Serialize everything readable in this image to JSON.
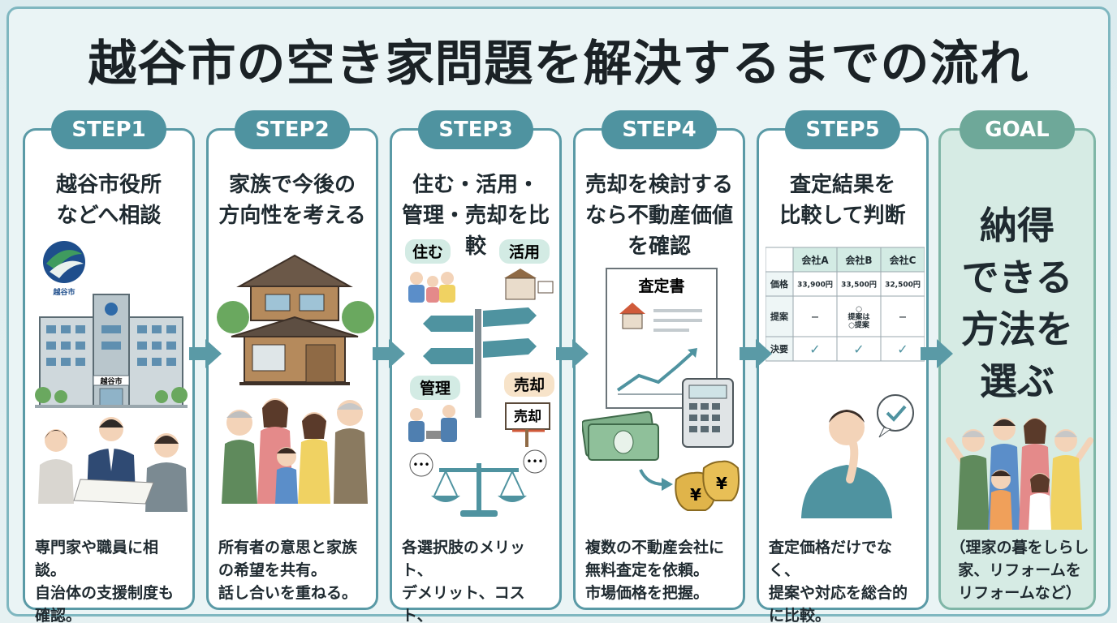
{
  "title": "越谷市の空き家問題を解決するまでの流れ",
  "colors": {
    "accent": "#4f93a0",
    "goal": "#6ea899",
    "goal_bg": "#d6ebe4",
    "background": "#eaf4f5"
  },
  "steps": [
    {
      "label": "STEP1",
      "heading": "越谷市役所\nなどへ相談",
      "building_sign": "越谷市",
      "emblem_text": "越谷市",
      "description": "専門家や職員に相談。\n自治体の支援制度も\n確認。"
    },
    {
      "label": "STEP2",
      "heading": "家族で今後の\n方向性を考える",
      "description": "所有者の意思と家族\nの希望を共有。\n話し合いを重ねる。"
    },
    {
      "label": "STEP3",
      "heading": "住む・活用・\n管理・売却を比較",
      "options": [
        "住む",
        "活用",
        "管理",
        "売却"
      ],
      "sign_text": "売却",
      "description": "各選択肢のメリット、\nデメリット、コスト、\n手間を検討。"
    },
    {
      "label": "STEP4",
      "heading": "売却を検討する\nなら不動産価値\nを確認",
      "document_title": "査定書",
      "description": "複数の不動産会社に\n無料査定を依頼。\n市場価格を把握。"
    },
    {
      "label": "STEP5",
      "heading": "査定結果を\n比較して判断",
      "table": {
        "columns": [
          "",
          "会社A",
          "会社B",
          "会社C"
        ],
        "rows": [
          [
            "価格",
            "33,900円",
            "33,500円",
            "32,500円"
          ],
          [
            "提案",
            "—",
            "○\n提案は\n○提案",
            "—"
          ],
          [
            "決要",
            "✓",
            "✓",
            "✓"
          ]
        ]
      },
      "description": "査定価格だけでなく、\n提案や対応を総合的\nに比較。"
    }
  ],
  "goal": {
    "label": "GOAL",
    "text": "納得\nできる\n方法を\n選ぶ",
    "description": "（理家の暮をしらし\n家、リフォームを\nリフォームなど）"
  }
}
